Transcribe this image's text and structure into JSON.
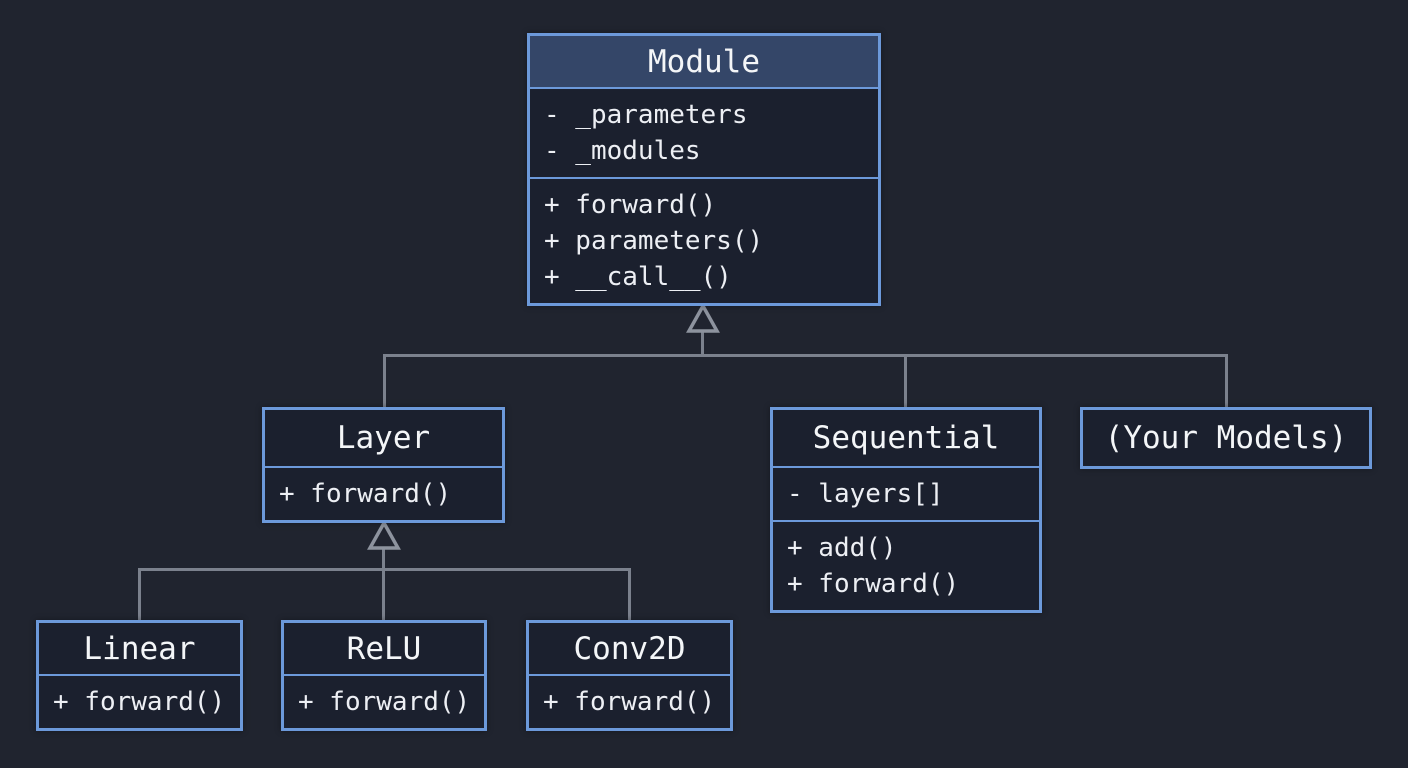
{
  "diagram": {
    "kind": "uml-class-diagram",
    "colors": {
      "background": "#20242f",
      "box_fill": "#1b202e",
      "box_border": "#6c99da",
      "module_header_fill": "#344668",
      "connector": "#7b818d",
      "text": "#eef1f5"
    },
    "classes": {
      "module": {
        "name": "Module",
        "attributes": [
          "- _parameters",
          "- _modules"
        ],
        "methods": [
          "+ forward()",
          "+ parameters()",
          "+ __call__()"
        ]
      },
      "layer": {
        "name": "Layer",
        "methods": [
          "+ forward()"
        ]
      },
      "sequential": {
        "name": "Sequential",
        "attributes": [
          "- layers[]"
        ],
        "methods": [
          "+ add()",
          "+ forward()"
        ]
      },
      "your_models": {
        "name": "(Your Models)"
      },
      "linear": {
        "name": "Linear",
        "methods": [
          "+ forward()"
        ]
      },
      "relu": {
        "name": "ReLU",
        "methods": [
          "+ forward()"
        ]
      },
      "conv2d": {
        "name": "Conv2D",
        "methods": [
          "+ forward()"
        ]
      }
    },
    "relationships": [
      {
        "from": "Layer",
        "to": "Module",
        "type": "inheritance"
      },
      {
        "from": "Sequential",
        "to": "Module",
        "type": "inheritance"
      },
      {
        "from": "(Your Models)",
        "to": "Module",
        "type": "inheritance"
      },
      {
        "from": "Linear",
        "to": "Layer",
        "type": "inheritance"
      },
      {
        "from": "ReLU",
        "to": "Layer",
        "type": "inheritance"
      },
      {
        "from": "Conv2D",
        "to": "Layer",
        "type": "inheritance"
      }
    ]
  }
}
